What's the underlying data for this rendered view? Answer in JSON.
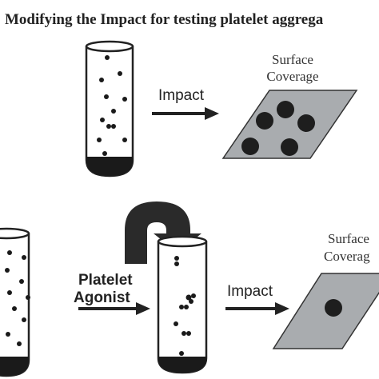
{
  "title": "Modifying the Impact for testing platelet aggrega",
  "top_row": {
    "arrow_label": "Impact",
    "surface_label_line1": "Surface",
    "surface_label_line2": "Coverage"
  },
  "bottom_row": {
    "agonist_label_line1": "Platelet",
    "agonist_label_line2": "Agonist",
    "arrow_label": "Impact",
    "surface_label_line1": "Surface",
    "surface_label_line2": "Coverag"
  },
  "colors": {
    "tube_fill": "#ffffff",
    "tube_stroke": "#222222",
    "sediment": "#1a1a1a",
    "surface_fill": "#a9acaf",
    "dot": "#1e1e1e",
    "arrow": "#222222",
    "curved_arrow": "#2a2a2a"
  }
}
